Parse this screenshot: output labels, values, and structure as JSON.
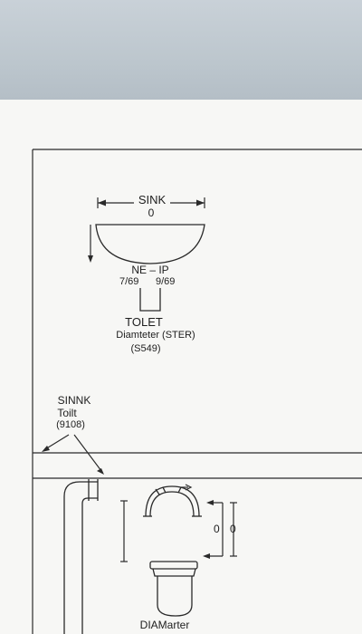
{
  "sink": {
    "title": "SINK",
    "dimension": "0",
    "pipe_label": "NE – IP",
    "measure_left": "7/69",
    "measure_right": "9/69"
  },
  "toilet": {
    "title": "TOLET",
    "subtitle": "Diamteter (STER)",
    "code": "(S549)"
  },
  "callout": {
    "line1": "SINNK",
    "line2": "Toilt",
    "line3": "(9108)"
  },
  "lower": {
    "dimension_a": "0",
    "dimension_b": "0",
    "bottom_label": "DIAMarter"
  }
}
